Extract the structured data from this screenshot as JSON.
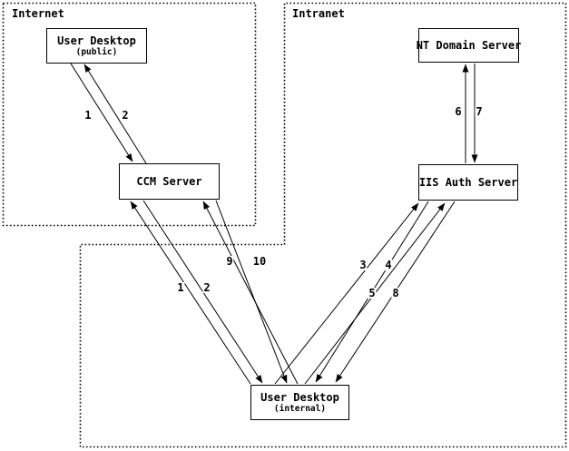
{
  "zones": [
    {
      "label": "Internet"
    },
    {
      "label": "Intranet"
    }
  ],
  "nodes": [
    {
      "title": "User Desktop",
      "subtitle": "(public)"
    },
    {
      "title": "CCM Server"
    },
    {
      "title": "NT Domain Server"
    },
    {
      "title": "IIS Auth Server"
    },
    {
      "title": "User Desktop",
      "subtitle": "(internal)"
    }
  ],
  "edges": [
    {
      "label": "1",
      "from": "User Desktop (public)",
      "to": "CCM Server"
    },
    {
      "label": "2",
      "from": "CCM Server",
      "to": "User Desktop (public)"
    },
    {
      "label": "1",
      "from": "User Desktop (internal)",
      "to": "CCM Server"
    },
    {
      "label": "2",
      "from": "CCM Server",
      "to": "User Desktop (internal)"
    },
    {
      "label": "9",
      "from": "User Desktop (internal)",
      "to": "CCM Server"
    },
    {
      "label": "10",
      "from": "CCM Server",
      "to": "User Desktop (internal)"
    },
    {
      "label": "3",
      "from": "User Desktop (internal)",
      "to": "IIS Auth Server"
    },
    {
      "label": "4",
      "from": "IIS Auth Server",
      "to": "User Desktop (internal)"
    },
    {
      "label": "5",
      "from": "User Desktop (internal)",
      "to": "IIS Auth Server"
    },
    {
      "label": "8",
      "from": "IIS Auth Server",
      "to": "User Desktop (internal)"
    },
    {
      "label": "6",
      "from": "IIS Auth Server",
      "to": "NT Domain Server"
    },
    {
      "label": "7",
      "from": "NT Domain Server",
      "to": "IIS Auth Server"
    }
  ],
  "colors": {
    "background": "#ffffff",
    "foreground": "#000000"
  }
}
